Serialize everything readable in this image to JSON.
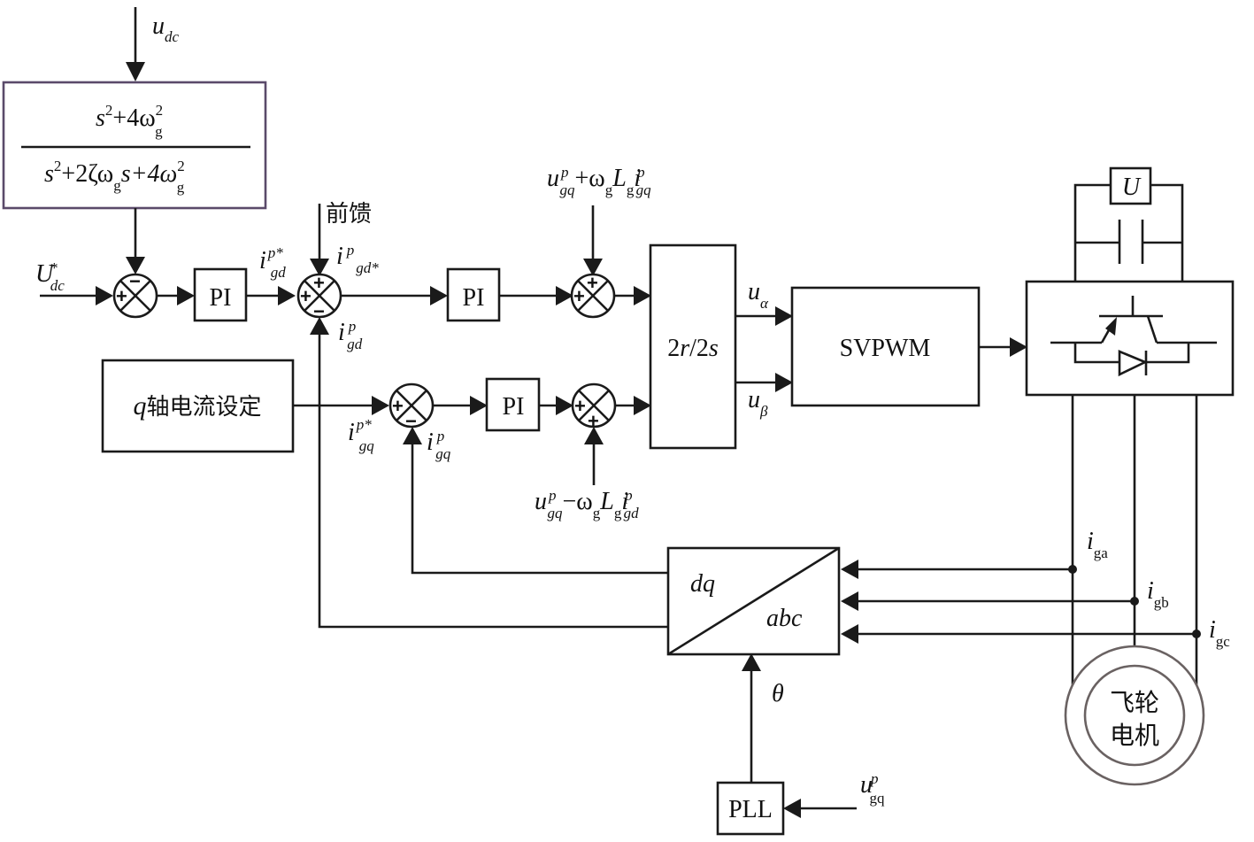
{
  "diagram": {
    "description": "Flywheel motor grid-side converter control block diagram",
    "inputs": {
      "udc": {
        "base": "u",
        "sub": "dc"
      },
      "Udc_ref": {
        "base": "U",
        "sup": "*",
        "sub": "dc"
      },
      "feedforward": "前馈",
      "ugq_pll": {
        "base": "u",
        "sup": "p",
        "sub": "gq"
      }
    },
    "transfer_function": {
      "numerator": {
        "s": "s",
        "s_exp": "2",
        "plus_term": "+4ω",
        "w_exp": "2",
        "w_sub": "g"
      },
      "denominator": {
        "s": "s",
        "s_exp": "2",
        "mid_term": "+2ζω",
        "mid_sub": "g",
        "s2": "s+4ω",
        "w_exp": "2",
        "w_sub": "g"
      }
    },
    "blocks": {
      "pi_voltage": "PI",
      "pi_d_current": "PI",
      "pi_q_current": "PI",
      "q_current_setpoint": {
        "italic": "q",
        "text": "轴电流设定"
      },
      "transform_2r2s": {
        "a": "2",
        "b": "r",
        "c": "/2",
        "d": "s"
      },
      "svpwm": "SVPWM",
      "dq_abc": {
        "top": "dq",
        "bottom": "abc"
      },
      "pll": "PLL",
      "dc_source": "U",
      "motor": {
        "line1": "飞轮",
        "line2": "电机"
      }
    },
    "signals": {
      "igd_ref": {
        "base": "i",
        "sup": "p*",
        "sub": "gd"
      },
      "igd_star": {
        "base": "i",
        "sup": "p",
        "sub": "gd*"
      },
      "igd": {
        "base": "i",
        "sup": "p",
        "sub": "gd"
      },
      "igq_ref": {
        "base": "i",
        "sup": "p*",
        "sub": "gq"
      },
      "igq": {
        "base": "i",
        "sup": "p",
        "sub": "gq"
      },
      "d_decouple": {
        "u": "u",
        "u_sup": "p",
        "u_sub": "gq",
        "op": "+ω",
        "w_sub": "g",
        "L": "L",
        "L_sub": "g",
        "i": "i",
        "i_sup": "p",
        "i_sub": "gq"
      },
      "q_decouple": {
        "u": "u",
        "u_sup": "p",
        "u_sub": "gq",
        "op": "−ω",
        "w_sub": "g",
        "L": "L",
        "L_sub": "g",
        "i": "i",
        "i_sup": "p",
        "i_sub": "gd"
      },
      "u_alpha": {
        "base": "u",
        "sub": "α"
      },
      "u_beta": {
        "base": "u",
        "sub": "β"
      },
      "iga": {
        "base": "i",
        "sub": "ga"
      },
      "igb": {
        "base": "i",
        "sub": "gb"
      },
      "igc": {
        "base": "i",
        "sub": "gc"
      },
      "theta": "θ"
    },
    "summing_junctions": {
      "voltage_error": {
        "left": "+",
        "top": "−"
      },
      "d_current_error": {
        "left": "+",
        "top": "+",
        "bottom": "−"
      },
      "d_decouple_sum": {
        "left": "+",
        "top": "+"
      },
      "q_current_error": {
        "left": "+",
        "bottom": "−"
      },
      "q_decouple_sum": {
        "left": "+",
        "bottom": "+"
      }
    }
  }
}
